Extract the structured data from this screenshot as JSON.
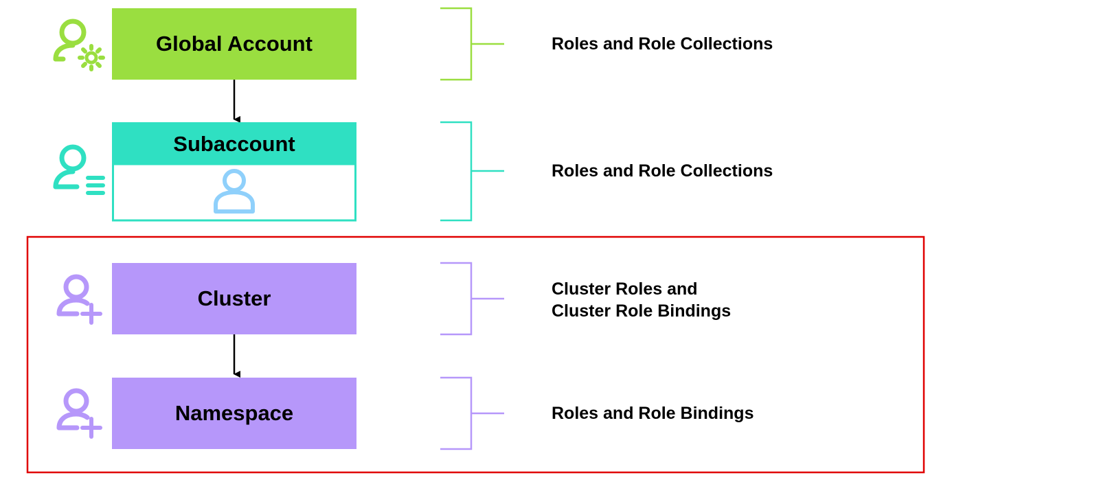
{
  "colors": {
    "global": "#9ade40",
    "subaccount": "#2fe0c2",
    "user_icon": "#8fd0fb",
    "kyma": "#b697fa",
    "highlight": "#e00000",
    "arrow": "#000000"
  },
  "levels": [
    {
      "name": "global-account",
      "label": "Global Account",
      "icon": "user-settings-icon",
      "description": [
        "Roles and Role Collections"
      ]
    },
    {
      "name": "subaccount",
      "label": "Subaccount",
      "icon": "user-list-icon",
      "inner_icon": "user-icon",
      "description": [
        "Roles and Role Collections"
      ]
    },
    {
      "name": "cluster",
      "label": "Cluster",
      "icon": "user-add-icon",
      "description": [
        "Cluster Roles and",
        "Cluster Role Bindings"
      ]
    },
    {
      "name": "namespace",
      "label": "Namespace",
      "icon": "user-add-icon",
      "description": [
        "Roles and Role Bindings"
      ]
    }
  ]
}
